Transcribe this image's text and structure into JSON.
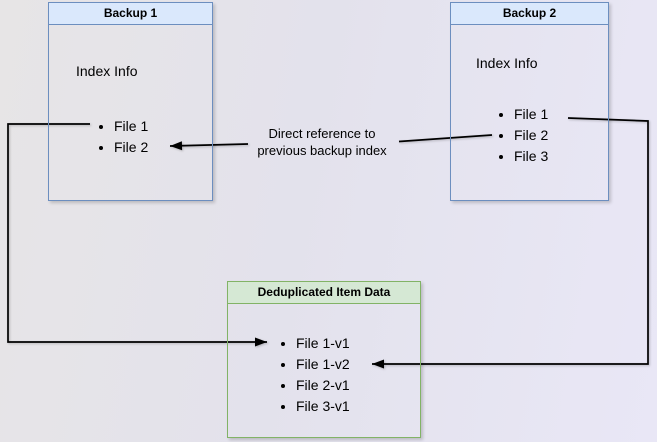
{
  "colors": {
    "blue_border": "#6c8ebf",
    "blue_fill": "#dae8fc",
    "green_border": "#82b366",
    "green_fill": "#d5e8d4",
    "arrow": "#000000"
  },
  "backup1": {
    "title": "Backup 1",
    "index_label": "Index Info",
    "files": [
      "File 1",
      "File 2"
    ]
  },
  "backup2": {
    "title": "Backup 2",
    "index_label": "Index Info",
    "files": [
      "File 1",
      "File 2",
      "File 3"
    ]
  },
  "dedup": {
    "title": "Deduplicated Item Data",
    "items": [
      "File 1-v1",
      "File 1-v2",
      "File 2-v1",
      "File 3-v1"
    ]
  },
  "annotation": {
    "line1": "Direct reference to",
    "line2": "previous backup index"
  }
}
